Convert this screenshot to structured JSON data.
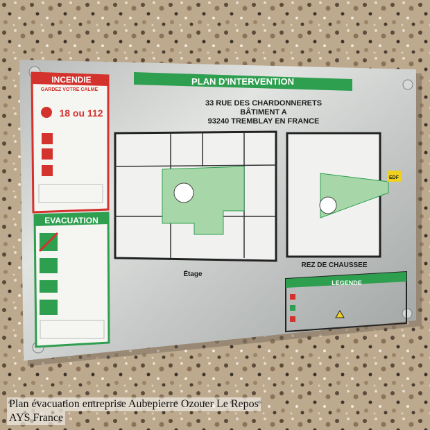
{
  "plaque": {
    "title": "PLAN D'INTERVENTION",
    "address_line1": "33 RUE DES CHARDONNERETS",
    "address_line2": "BÂTIMENT A",
    "address_line3": "93240 TREMBLAY EN FRANCE",
    "floor_label": "Étage",
    "ground_label": "REZ DE CHAUSSEE",
    "legend_title": "LEGENDE",
    "edf_label": "EDF"
  },
  "fire_panel": {
    "title": "INCENDIE",
    "subtitle": "GARDEZ VOTRE CALME",
    "numbers": "18 ou 112"
  },
  "evac_panel": {
    "title": "EVACUATION"
  },
  "caption": {
    "line1": "Plan évacuation entreprise Aubepierre Ozouer Le Repos",
    "line2": "AYS France"
  },
  "colors": {
    "plaque_brushed": "#c9ccc9",
    "green": "#3aa35a",
    "red": "#d4322c",
    "terrazzo": "#b9a88f"
  }
}
